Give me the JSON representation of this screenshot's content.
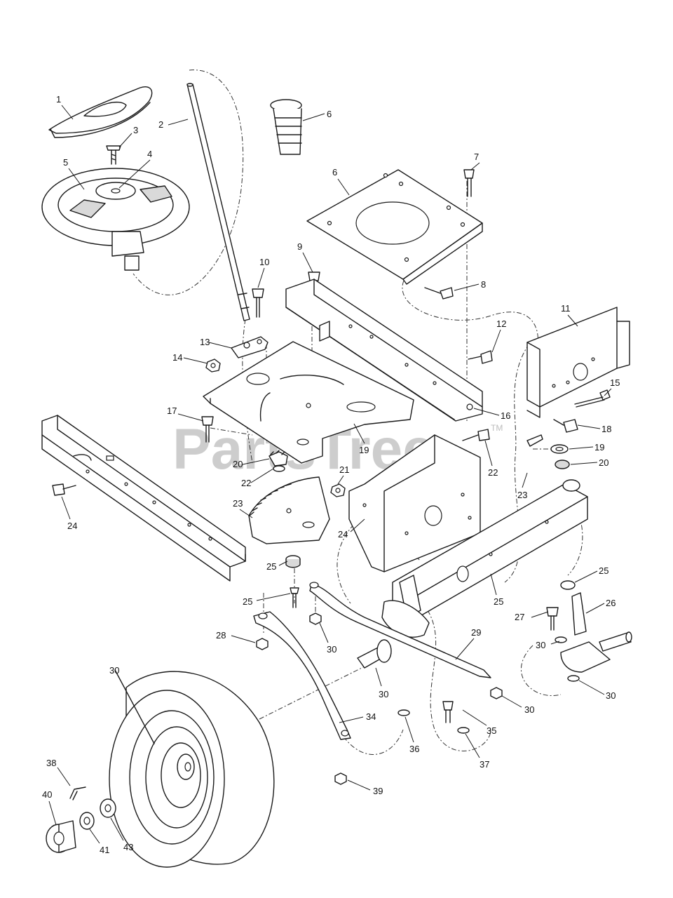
{
  "watermark": {
    "text": "PartsTree",
    "trademark": "TM"
  },
  "callouts": [
    "1",
    "2",
    "3",
    "4",
    "5",
    "6",
    "6",
    "7",
    "8",
    "9",
    "10",
    "11",
    "12",
    "13",
    "14",
    "15",
    "16",
    "17",
    "18",
    "19",
    "19",
    "20",
    "20",
    "21",
    "22",
    "22",
    "23",
    "23",
    "24",
    "24",
    "25",
    "25",
    "25",
    "25",
    "26",
    "27",
    "28",
    "29",
    "30",
    "30",
    "30",
    "30",
    "30",
    "30",
    "34",
    "35",
    "36",
    "37",
    "38",
    "39",
    "40",
    "41",
    "43"
  ]
}
